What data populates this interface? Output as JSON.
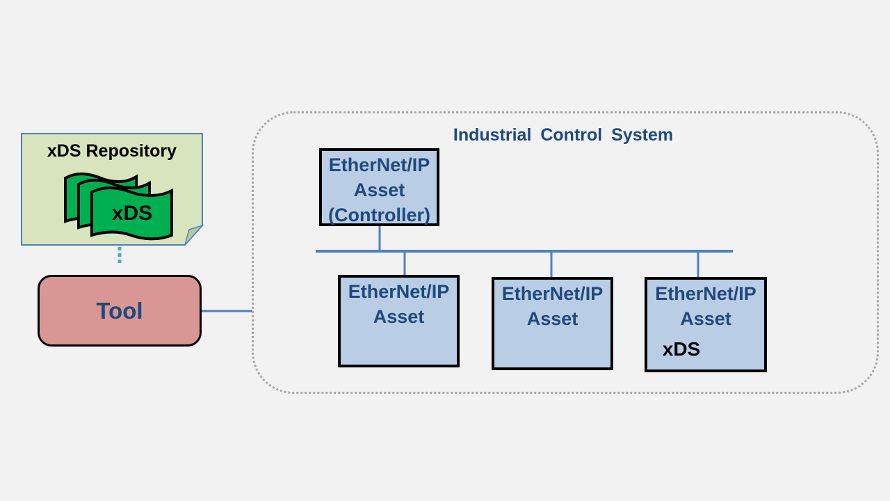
{
  "repository": {
    "label": "xDS Repository",
    "doc_label": "xDS"
  },
  "tool": {
    "label": "Tool"
  },
  "ics": {
    "title": "Industrial Control System"
  },
  "controller": {
    "line1": "EtherNet/IP",
    "line2": "Asset",
    "line3": "(Controller)"
  },
  "assets": [
    {
      "line1": "EtherNet/IP",
      "line2": "Asset"
    },
    {
      "line1": "EtherNet/IP",
      "line2": "Asset"
    },
    {
      "line1": "EtherNet/IP",
      "line2": "Asset",
      "badge": "xDS"
    }
  ],
  "colors": {
    "background": "#f2f2f2",
    "repository_fill": "#d7e4bd",
    "repository_border": "#4f81bd",
    "tool_fill": "#d99694",
    "asset_fill": "#b9cde5",
    "text_blue": "#1f497d",
    "network_line": "#4f81bd",
    "xds_green": "#00b050",
    "dotted_link": "#4bacc6"
  }
}
